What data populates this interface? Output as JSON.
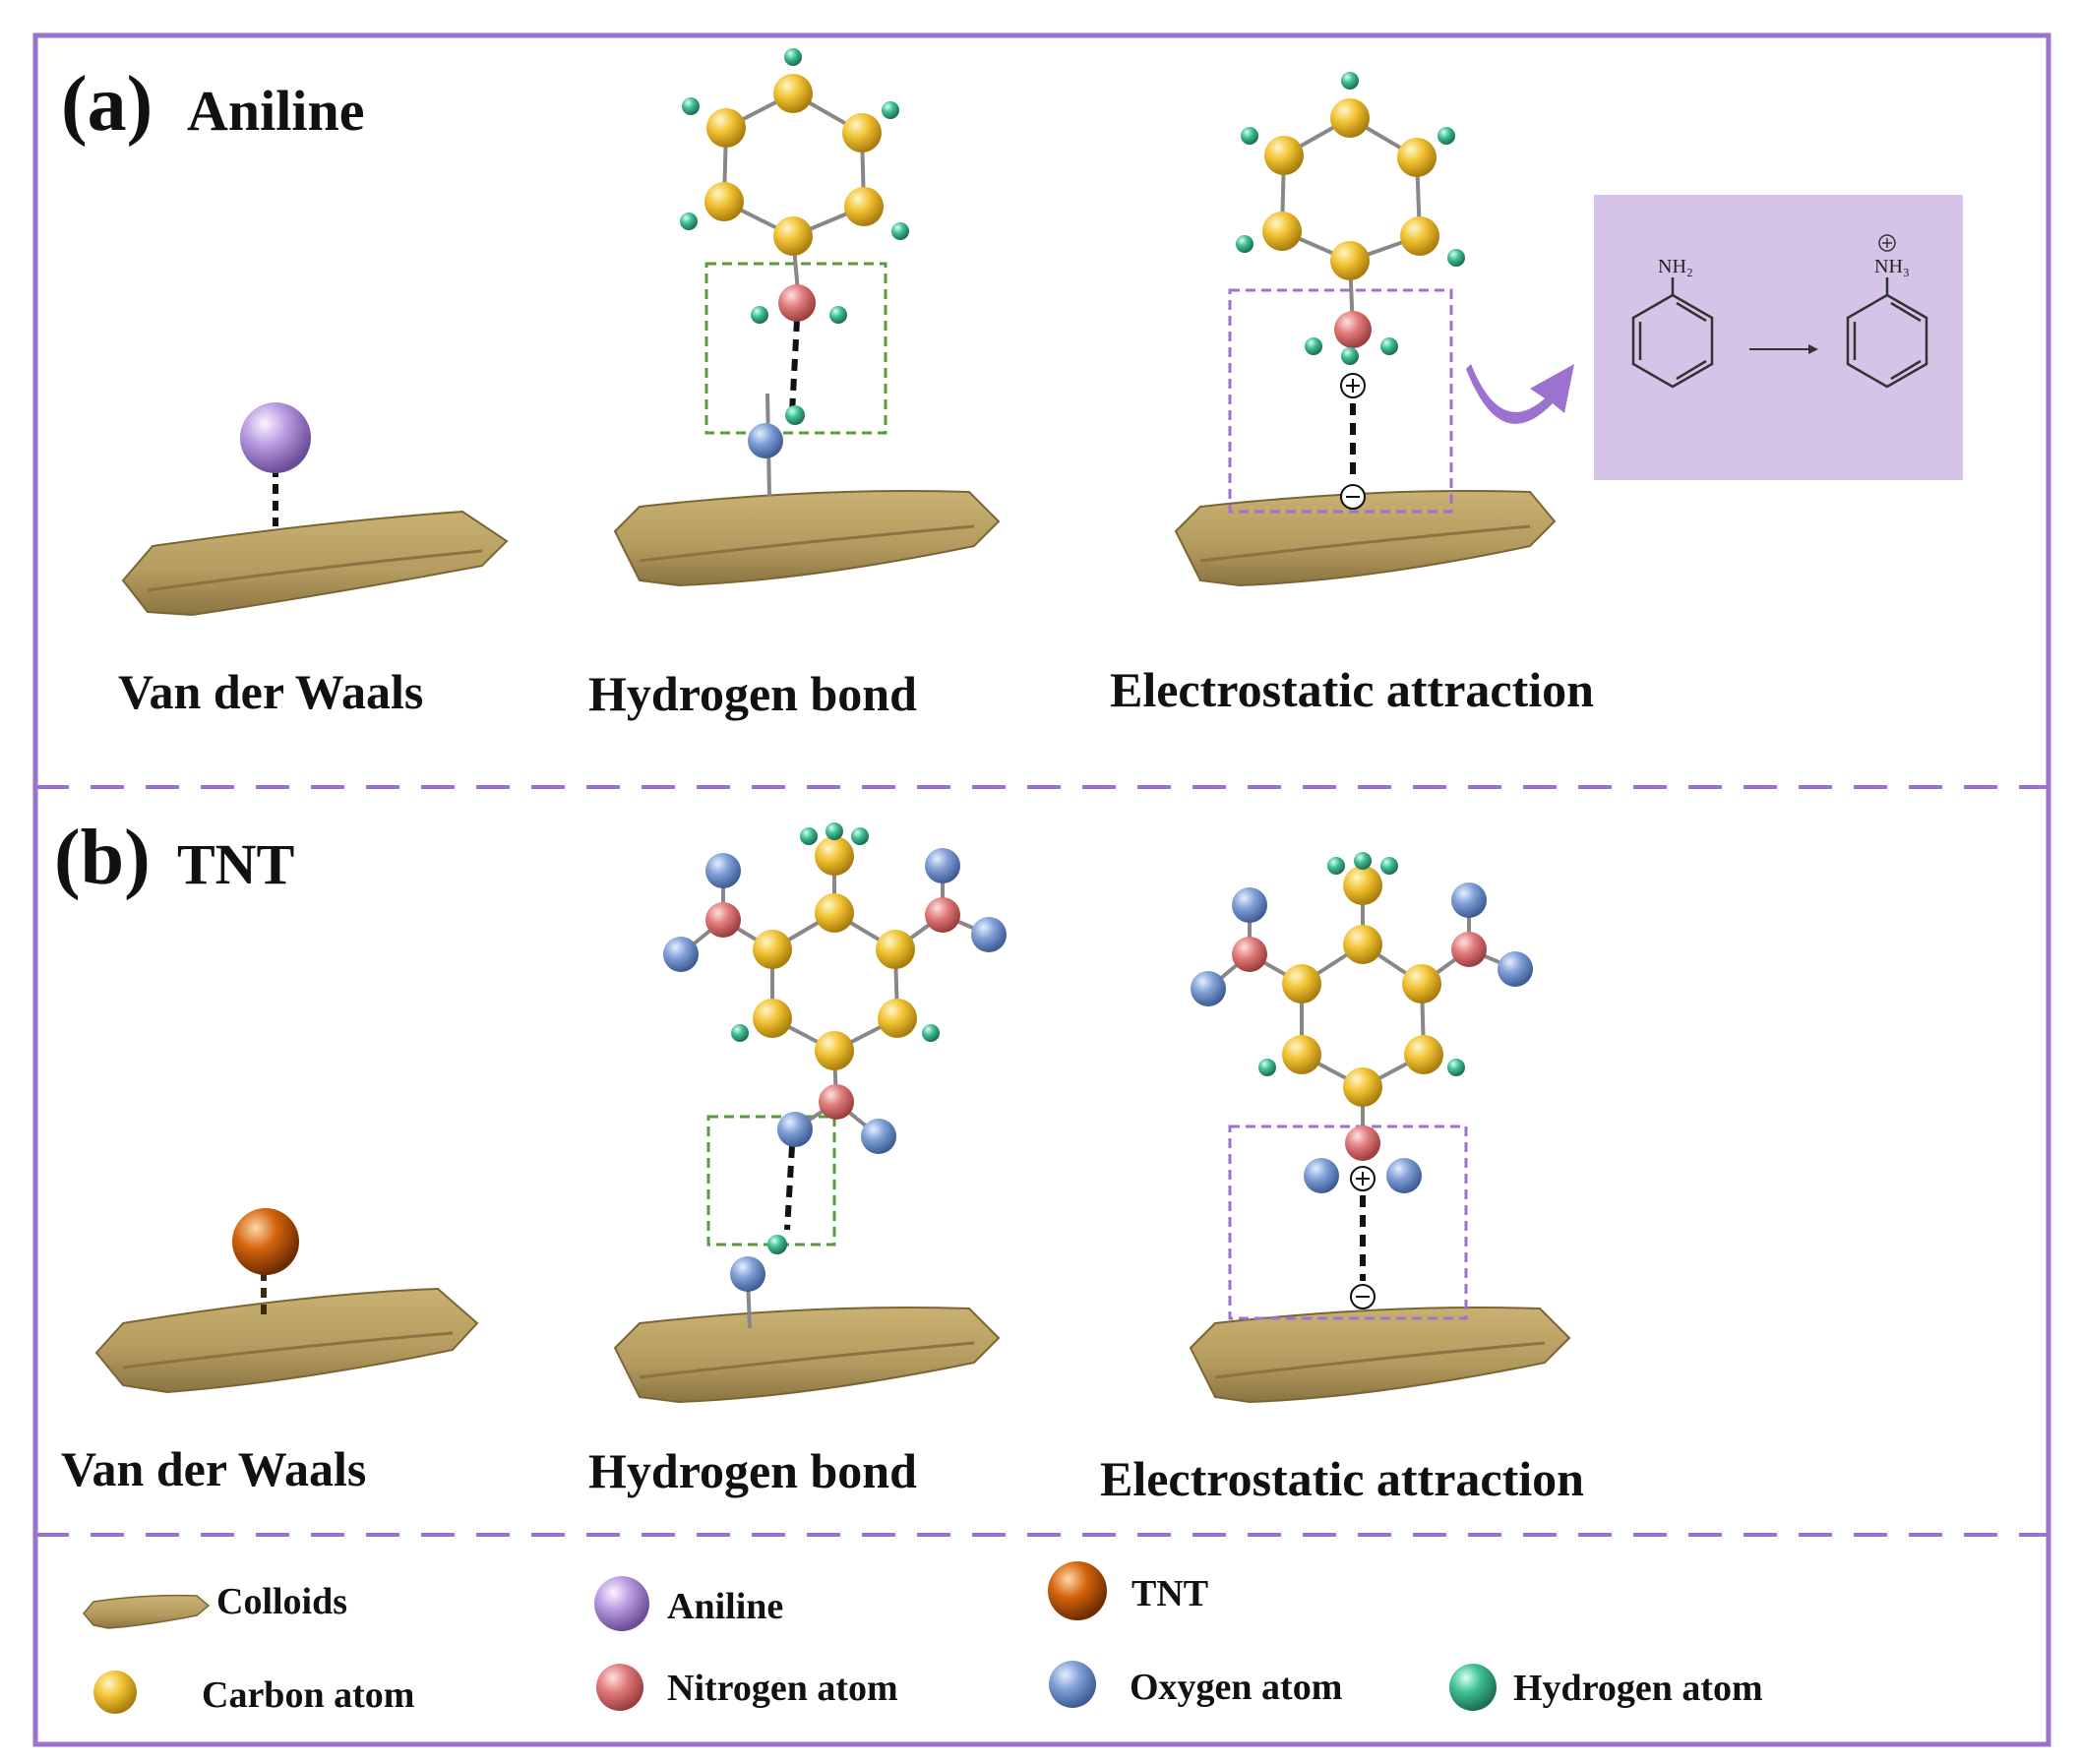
{
  "panel_a": {
    "letter": "(a)",
    "title": "Aniline",
    "labels": [
      "Van der Waals",
      "Hydrogen bond",
      "Electrostatic attraction"
    ],
    "protonation_inset": {
      "reactant": "NH₂",
      "product": "NH₃"
    }
  },
  "panel_b": {
    "letter": "(b)",
    "title": "TNT",
    "labels": [
      "Van der Waals",
      "Hydrogen bond",
      "Electrostatic attraction"
    ]
  },
  "legend": [
    {
      "label": "Colloids",
      "symbol": "colloid"
    },
    {
      "label": "Aniline",
      "symbol": "aniline",
      "color": "#b79ae0"
    },
    {
      "label": "TNT",
      "symbol": "tnt",
      "color": "#d4630c"
    },
    {
      "label": "Carbon atom",
      "symbol": "atom",
      "color": "#f1c232"
    },
    {
      "label": "Nitrogen atom",
      "symbol": "atom",
      "color": "#e07b7b"
    },
    {
      "label": "Oxygen atom",
      "symbol": "atom",
      "color": "#7f9fd6"
    },
    {
      "label": "Hydrogen atom",
      "symbol": "atom",
      "color": "#3fbf95"
    }
  ],
  "colors": {
    "frame": "#9b72cf",
    "colloid": "#b39a5e",
    "inset_bg": "#d5c3e8",
    "hbond_box": "#5a9a3a",
    "electro_box": "#9b72cf"
  }
}
